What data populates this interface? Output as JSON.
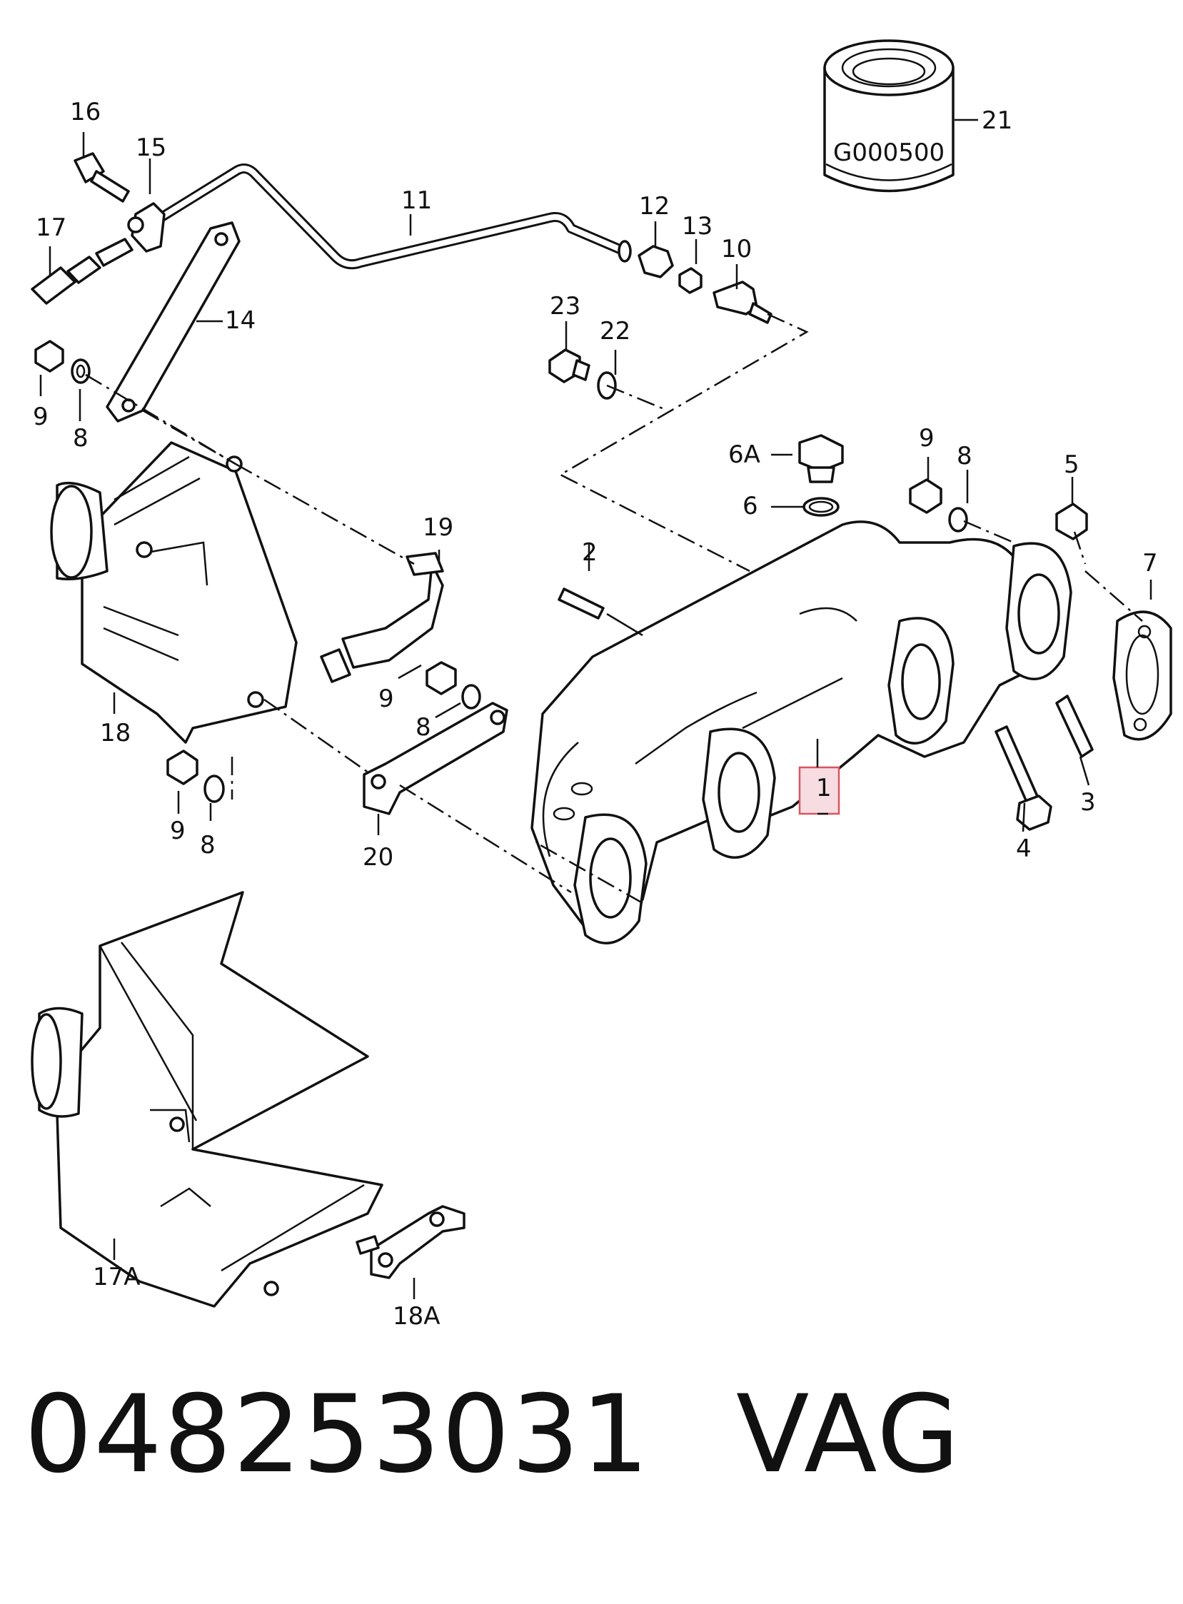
{
  "callouts": {
    "c1": "1",
    "c2": "2",
    "c3": "3",
    "c4": "4",
    "c5": "5",
    "c6": "6",
    "c6a": "6A",
    "c7": "7",
    "c8a": "8",
    "c8b": "8",
    "c8c": "8",
    "c8d": "8",
    "c9a": "9",
    "c9b": "9",
    "c9c": "9",
    "c9d": "9",
    "c10": "10",
    "c11": "11",
    "c12": "12",
    "c13": "13",
    "c14": "14",
    "c15": "15",
    "c16": "16",
    "c17": "17",
    "c17a": "17A",
    "c18": "18",
    "c18a": "18A",
    "c19": "19",
    "c20": "20",
    "c21": "21",
    "c22": "22",
    "c23": "23"
  },
  "filter_label": "G000500",
  "footer": {
    "part_number": "048253031",
    "brand": "VAG"
  },
  "highlight_color": "#d9545f"
}
